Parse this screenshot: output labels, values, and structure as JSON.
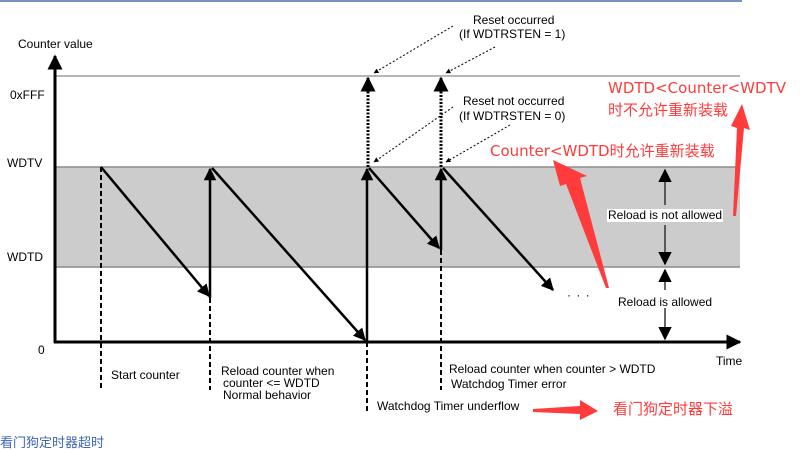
{
  "axes": {
    "y_label": "Counter value",
    "x_label": "Time",
    "y_ticks": [
      "0xFFF",
      "WDTV",
      "WDTD",
      "0"
    ]
  },
  "regions": {
    "reload_not_allowed": "Reload is not allowed",
    "reload_allowed": "Reload is allowed"
  },
  "annotations": {
    "reset_occurred": [
      "Reset occurred",
      "(If WDTRSTEN = 1)"
    ],
    "reset_not_occurred": [
      "Reset not occurred",
      "(If WDTRSTEN = 0)"
    ],
    "start_counter": "Start counter",
    "normal_reload": [
      "Reload counter  when",
      "counter <= WDTD",
      "Normal behavior"
    ],
    "error_reload": [
      "Reload counter when counter > WDTD",
      "Watchdog Timer error"
    ],
    "underflow": "Watchdog Timer underflow",
    "ellipsis": "· · ·"
  },
  "red_notes": {
    "not_allowed_cn": [
      "WDTD<Counter<WDTV",
      "时不允许重新装载"
    ],
    "allowed_cn": "Counter<WDTD时允许重新装载",
    "underflow_cn": "看门狗定时器下溢"
  },
  "footer_cut_text": "看门狗定时器超时",
  "colors": {
    "band": "#cccccc",
    "guide_line": "#8c8c8c",
    "annotation_red": "#ff3b3b",
    "top_bar": "#7b8fc2"
  }
}
